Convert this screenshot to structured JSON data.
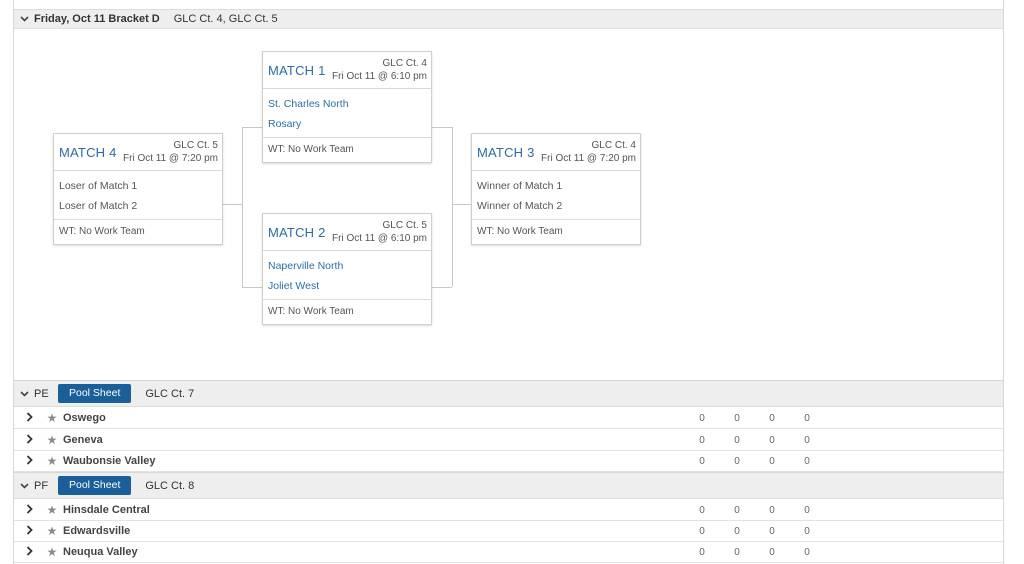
{
  "bracket_section": {
    "title": "Friday, Oct 11 Bracket D",
    "courts": "GLC Ct. 4,  GLC Ct. 5"
  },
  "matches": {
    "m1": {
      "title": "MATCH 1",
      "court": "GLC Ct. 4",
      "time": "Fri Oct 11 @ 6:10 pm",
      "team1": "St. Charles North",
      "team2": "Rosary",
      "work_team": "WT: No Work Team"
    },
    "m2": {
      "title": "MATCH 2",
      "court": "GLC Ct. 5",
      "time": "Fri Oct 11 @ 6:10 pm",
      "team1": "Naperville North",
      "team2": "Joliet West",
      "work_team": "WT: No Work Team"
    },
    "m3": {
      "title": "MATCH 3",
      "court": "GLC Ct. 4",
      "time": "Fri Oct 11 @ 7:20 pm",
      "team1": "Winner of Match 1",
      "team2": "Winner of Match 2",
      "work_team": "WT: No Work Team"
    },
    "m4": {
      "title": "MATCH 4",
      "court": "GLC Ct. 5",
      "time": "Fri Oct 11 @ 7:20 pm",
      "team1": "Loser of Match 1",
      "team2": "Loser of Match 2",
      "work_team": "WT: No Work Team"
    }
  },
  "pools": [
    {
      "code": "PE",
      "button_label": "Pool Sheet",
      "court": "GLC Ct. 7",
      "teams": [
        {
          "name": "Oswego",
          "stats": [
            "0",
            "0",
            "0",
            "0"
          ]
        },
        {
          "name": "Geneva",
          "stats": [
            "0",
            "0",
            "0",
            "0"
          ]
        },
        {
          "name": "Waubonsie Valley",
          "stats": [
            "0",
            "0",
            "0",
            "0"
          ]
        }
      ]
    },
    {
      "code": "PF",
      "button_label": "Pool Sheet",
      "court": "GLC Ct. 8",
      "teams": [
        {
          "name": "Hinsdale Central",
          "stats": [
            "0",
            "0",
            "0",
            "0"
          ]
        },
        {
          "name": "Edwardsville",
          "stats": [
            "0",
            "0",
            "0",
            "0"
          ]
        },
        {
          "name": "Neuqua Valley",
          "stats": [
            "0",
            "0",
            "0",
            "0"
          ]
        }
      ]
    }
  ],
  "icons": {
    "collapse": "chevron-down-icon",
    "expand": "chevron-right-icon",
    "favorite": "star-icon"
  },
  "colors": {
    "accent_link": "#2a6fae",
    "button_bg": "#1a5e9a",
    "header_bg": "#eeeeee"
  }
}
